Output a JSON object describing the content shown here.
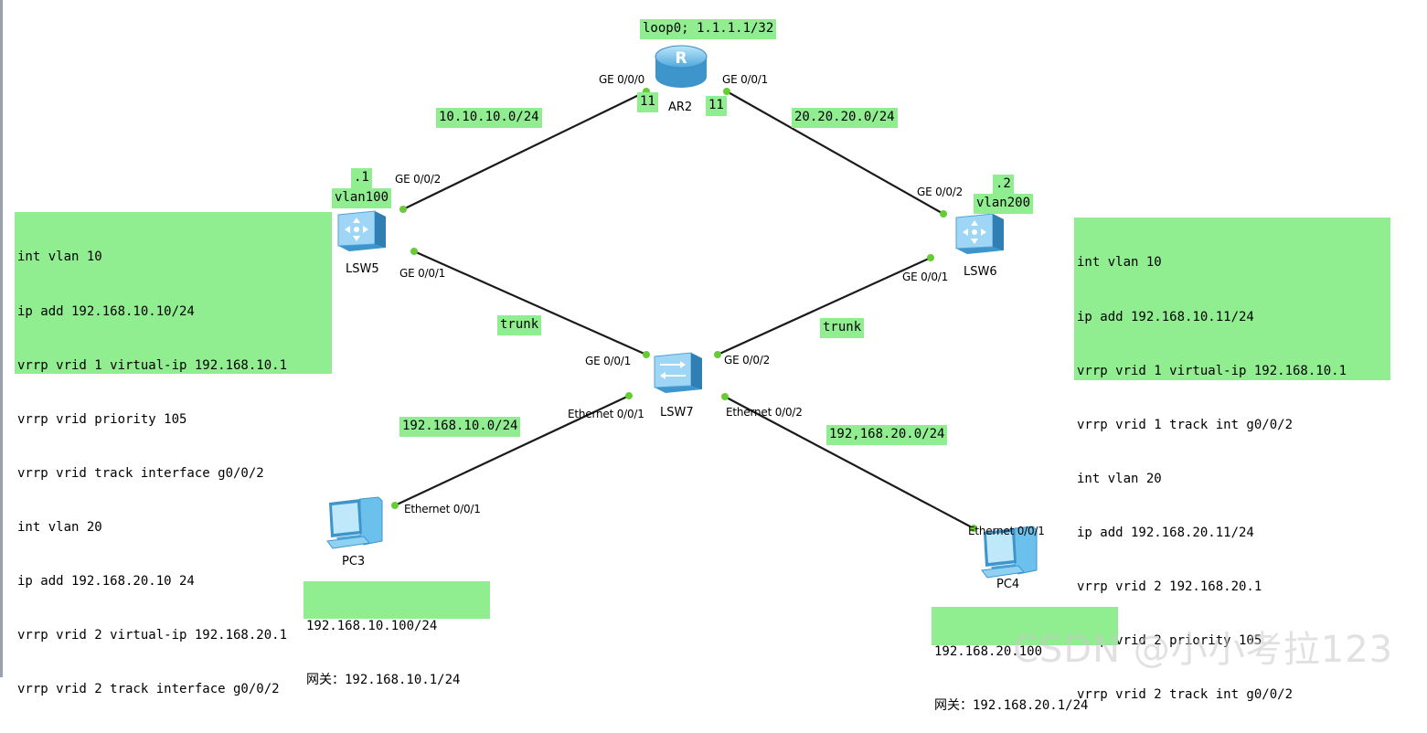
{
  "devices": {
    "ar2": "AR2",
    "lsw5": "LSW5",
    "lsw6": "LSW6",
    "lsw7": "LSW7",
    "pc3": "PC3",
    "pc4": "PC4"
  },
  "labels": {
    "loopback": "loop0; 1.1.1.1/32",
    "net_left": "10.10.10.0/24",
    "net_right": "20.20.20.0/24",
    "ar2_left_11": "11",
    "ar2_right_11": "11",
    "lsw5_dot1": ".1",
    "lsw5_vlan": "vlan100",
    "lsw6_dot2": ".2",
    "lsw6_vlan": "vlan200",
    "trunk_left": "trunk",
    "trunk_right": "trunk",
    "net_pc3": "192.168.10.0/24",
    "net_pc4": "192,168.20.0/24"
  },
  "ports": {
    "ar2_ge000": "GE 0/0/0",
    "ar2_ge001": "GE 0/0/1",
    "lsw5_ge002": "GE 0/0/2",
    "lsw5_ge001": "GE 0/0/1",
    "lsw6_ge002": "GE 0/0/2",
    "lsw6_ge001": "GE 0/0/1",
    "lsw7_ge001": "GE 0/0/1",
    "lsw7_ge002": "GE 0/0/2",
    "lsw7_eth001": "Ethernet 0/0/1",
    "lsw7_eth002": "Ethernet 0/0/2",
    "pc3_eth": "Ethernet 0/0/1",
    "pc4_eth": "Ethernet 0/0/1"
  },
  "config_lsw5": [
    "int vlan 10",
    "ip add 192.168.10.10/24",
    "vrrp vrid 1 virtual-ip 192.168.10.1",
    "vrrp vrid priority 105",
    "vrrp vrid track interface g0/0/2",
    "int vlan 20",
    "ip add 192.168.20.10 24",
    "vrrp vrid 2 virtual-ip 192.168.20.1",
    "vrrp vrid 2 track interface g0/0/2"
  ],
  "config_lsw6": [
    "int vlan 10",
    "ip add 192.168.10.11/24",
    "vrrp vrid 1 virtual-ip 192.168.10.1",
    "vrrp vrid 1 track int g0/0/2",
    "int vlan 20",
    "ip add 192.168.20.11/24",
    "vrrp vrid 2 192.168.20.1",
    "vrrp vrid 2 priority 105",
    "vrrp vrid 2 track int g0/0/2"
  ],
  "pc3_info": [
    "192.168.10.100/24",
    "网关：192.168.10.1/24"
  ],
  "pc4_info": [
    "192.168.20.100",
    "网关：192.168.20.1/24"
  ],
  "watermark": "CSDN @小小考拉123",
  "colors": {
    "label_bg": "#90ee90",
    "link": "#1a1a1a",
    "port_dot": "#66cc33",
    "device_blue": "#5fb6e8"
  }
}
